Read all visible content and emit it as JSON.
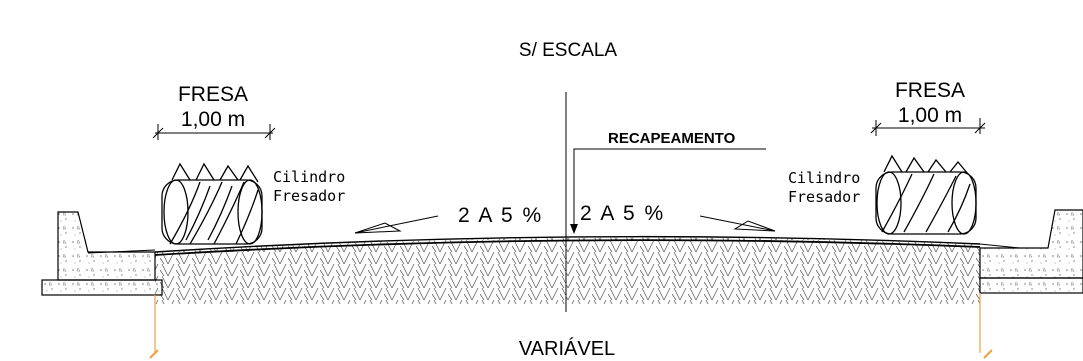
{
  "drawing": {
    "scale_note": "S/ ESCALA",
    "width_label": "VARIÁVEL",
    "resurfacing_label": "RECAPEAMENTO",
    "slope_left": "2 A 5 %",
    "slope_right": "2 A 5 %",
    "mill_left": {
      "title": "FRESA",
      "width": "1,00 m",
      "tool_line1": "Cilindro",
      "tool_line2": "Fresador"
    },
    "mill_right": {
      "title": "FRESA",
      "width": "1,00 m",
      "tool_line1": "Cilindro",
      "tool_line2": "Fresador"
    },
    "colors": {
      "line": "#000000",
      "dimension_leader": "#f0a040"
    }
  }
}
